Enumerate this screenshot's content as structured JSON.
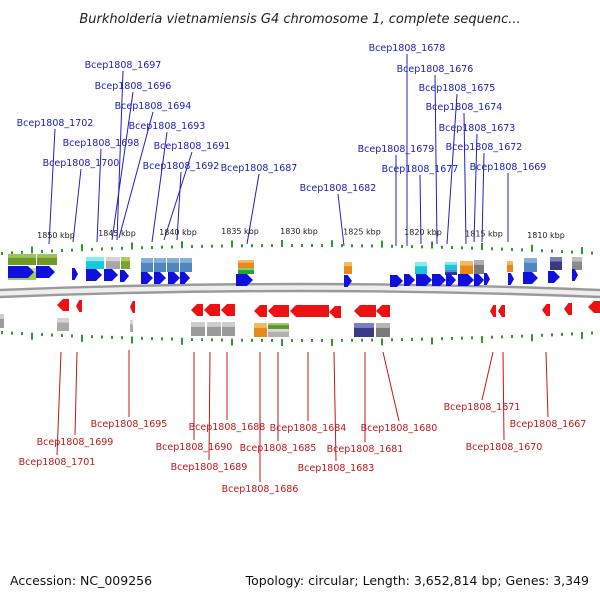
{
  "title": "Burkholderia vietnamiensis G4 chromosome 1, complete sequenc...",
  "scale_labels": [
    "1850 kbp",
    "1845 kbp",
    "1840 kbp",
    "1835 kbp",
    "1830 kbp",
    "1825 kbp",
    "1820 kbp",
    "1815 kbp",
    "1810 kbp"
  ],
  "genes_forward": [
    "Bcep1808_1697",
    "Bcep1808_1696",
    "Bcep1808_1694",
    "Bcep1808_1702",
    "Bcep1808_1693",
    "Bcep1808_1698",
    "Bcep1808_1691",
    "Bcep1808_1700",
    "Bcep1808_1692",
    "Bcep1808_1687",
    "Bcep1808_1682",
    "Bcep1808_1678",
    "Bcep1808_1676",
    "Bcep1808_1675",
    "Bcep1808_1674",
    "Bcep1808_1673",
    "Bcep1808_1679",
    "Bcep1808_1672",
    "Bcep1808_1677",
    "Bcep1808_1669"
  ],
  "genes_reverse": [
    "Bcep1808_1695",
    "Bcep1808_1699",
    "Bcep1808_1701",
    "Bcep1808_1688",
    "Bcep1808_1690",
    "Bcep1808_1689",
    "Bcep1808_1686",
    "Bcep1808_1684",
    "Bcep1808_1685",
    "Bcep1808_1683",
    "Bcep1808_1680",
    "Bcep1808_1681",
    "Bcep1808_1671",
    "Bcep1808_1670",
    "Bcep1808_1667"
  ],
  "footer": {
    "accession": "Accession: NC_009256",
    "summary": "Topology: circular; Length: 3,652,814 bp; Genes: 3,349"
  },
  "colors": {
    "forward_gene": "#1010dd",
    "reverse_gene": "#ee1111",
    "label_forward": "#2020c0",
    "label_reverse": "#c01818",
    "tick": "#2a9a2a",
    "backbone": "#9a9a9a"
  }
}
